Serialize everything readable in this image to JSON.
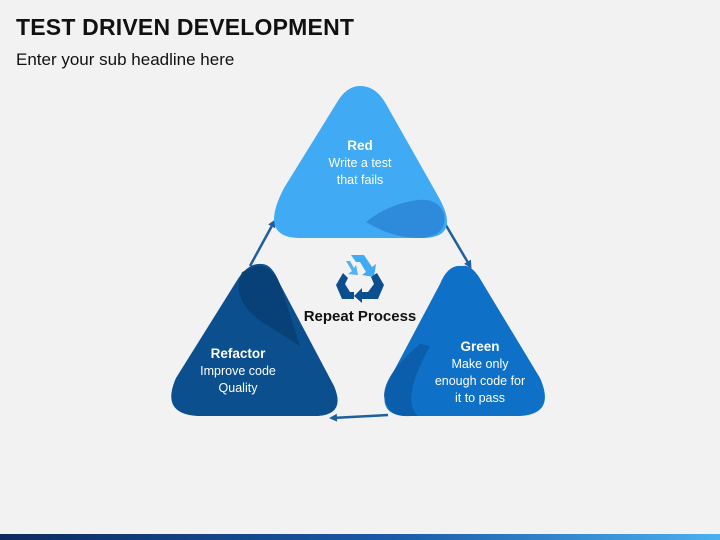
{
  "header": {
    "title": "TEST DRIVEN DEVELOPMENT",
    "subtitle": "Enter your sub headline here"
  },
  "center": {
    "label": "Repeat Process",
    "icon": "recycle-icon"
  },
  "nodes": [
    {
      "id": "red",
      "title": "Red",
      "lines": [
        "Write a test",
        "that fails"
      ],
      "color": "#41aaf5"
    },
    {
      "id": "green",
      "title": "Green",
      "lines": [
        "Make only",
        "enough code for",
        "it to pass"
      ],
      "color": "#0f70c8"
    },
    {
      "id": "refactor",
      "title": "Refactor",
      "lines": [
        "Improve code",
        "Quality"
      ],
      "color": "#0b4f8e"
    }
  ],
  "colors": {
    "background": "#f2f2f2",
    "arrow": "#1f5f9f"
  }
}
